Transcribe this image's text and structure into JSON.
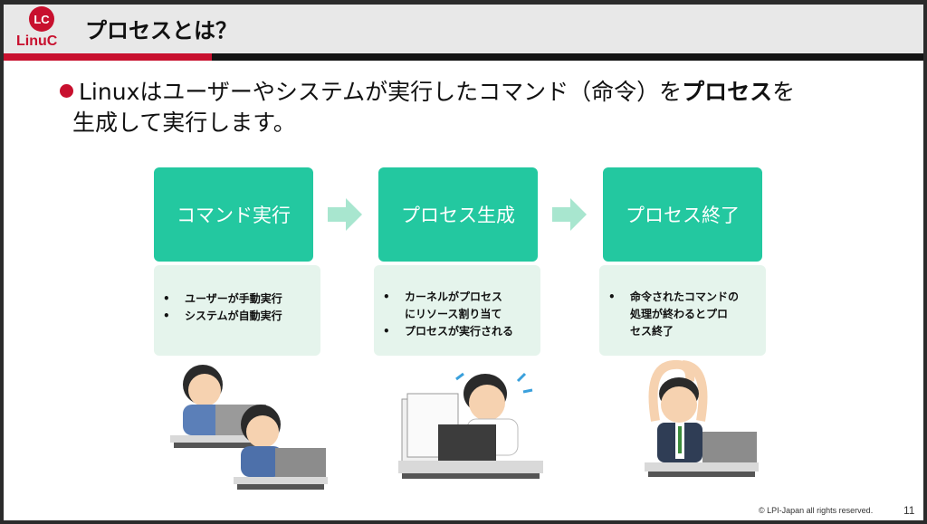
{
  "logo": {
    "mark": "LC",
    "name": "LinuC"
  },
  "header": {
    "title": "プロセスとは？"
  },
  "bullet": {
    "prefix": "Linuxはユーザーやシステムが実行したコマンド（命令）を",
    "emphasis": "プロセス",
    "suffix": "を",
    "line2": "生成して実行します。"
  },
  "steps": [
    {
      "label": "コマンド実行",
      "items": [
        "ユーザーが手動実行",
        "システムが自動実行"
      ]
    },
    {
      "label": "プロセス生成",
      "items": [
        "カーネルがプロセス\nにリソース割り当て",
        "プロセスが実行される"
      ]
    },
    {
      "label": "プロセス終了",
      "items": [
        "命令されたコマンドの\n処理が終わるとプロ\nセス終了"
      ]
    }
  ],
  "colors": {
    "accent_red": "#c8102e",
    "step_green": "#23c8a0",
    "desc_bg": "#e5f4ec",
    "arrow": "#a8e6cf"
  },
  "footer": {
    "copyright": "© LPI-Japan  all rights reserved.",
    "page": "11"
  }
}
